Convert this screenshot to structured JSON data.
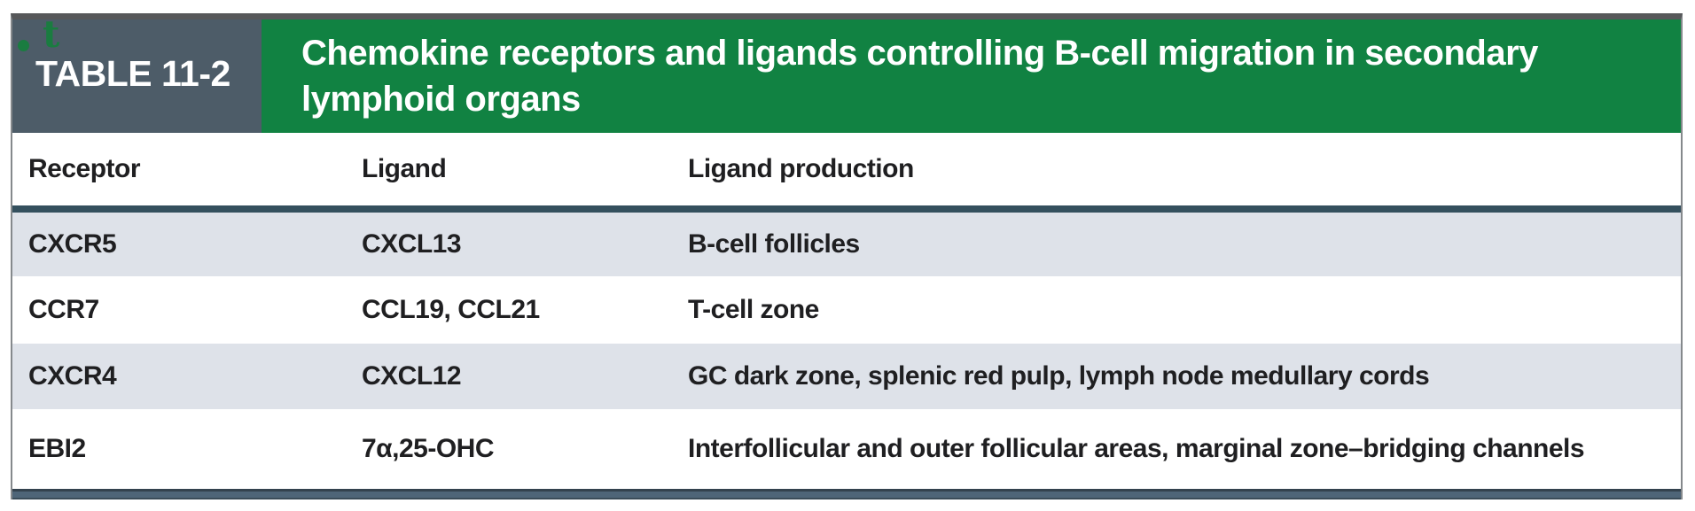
{
  "table": {
    "label": "TABLE 11-2",
    "title": "Chemokine receptors and ligands controlling B-cell migration in secondary lymphoid organs",
    "title_line1": "Chemokine receptors and ligands controlling B-cell migration in secondary",
    "title_line2": "lymphoid organs",
    "columns": [
      "Receptor",
      "Ligand",
      "Ligand production"
    ],
    "rows": [
      {
        "receptor": "CXCR5",
        "ligand": "CXCL13",
        "production": "B-cell follicles"
      },
      {
        "receptor": "CCR7",
        "ligand": "CCL19, CCL21",
        "production": "T-cell zone"
      },
      {
        "receptor": "CXCR4",
        "ligand": "CXCL12",
        "production": "GC dark zone, splenic red pulp, lymph node medullary cords"
      },
      {
        "receptor": "EBI2",
        "ligand": "7α,25-OHC",
        "production": "Interfollicular and outer follicular areas, marginal zone–bridging channels"
      }
    ]
  },
  "artifacts": {
    "marker_letter": "t",
    "marker_dot": "•"
  },
  "colors": {
    "banner-green": "#118242",
    "label-slate": "#4d5c68",
    "row-shade": "#dee2e9",
    "rule-dark": "#34505e",
    "bottom-bar": "#4e6578",
    "bottom-bar-edge": "#33424e",
    "top-border": "#57585a",
    "side-border": "#85898c",
    "text-dark": "#1f1f21",
    "marker-green": "#1a7c40"
  }
}
